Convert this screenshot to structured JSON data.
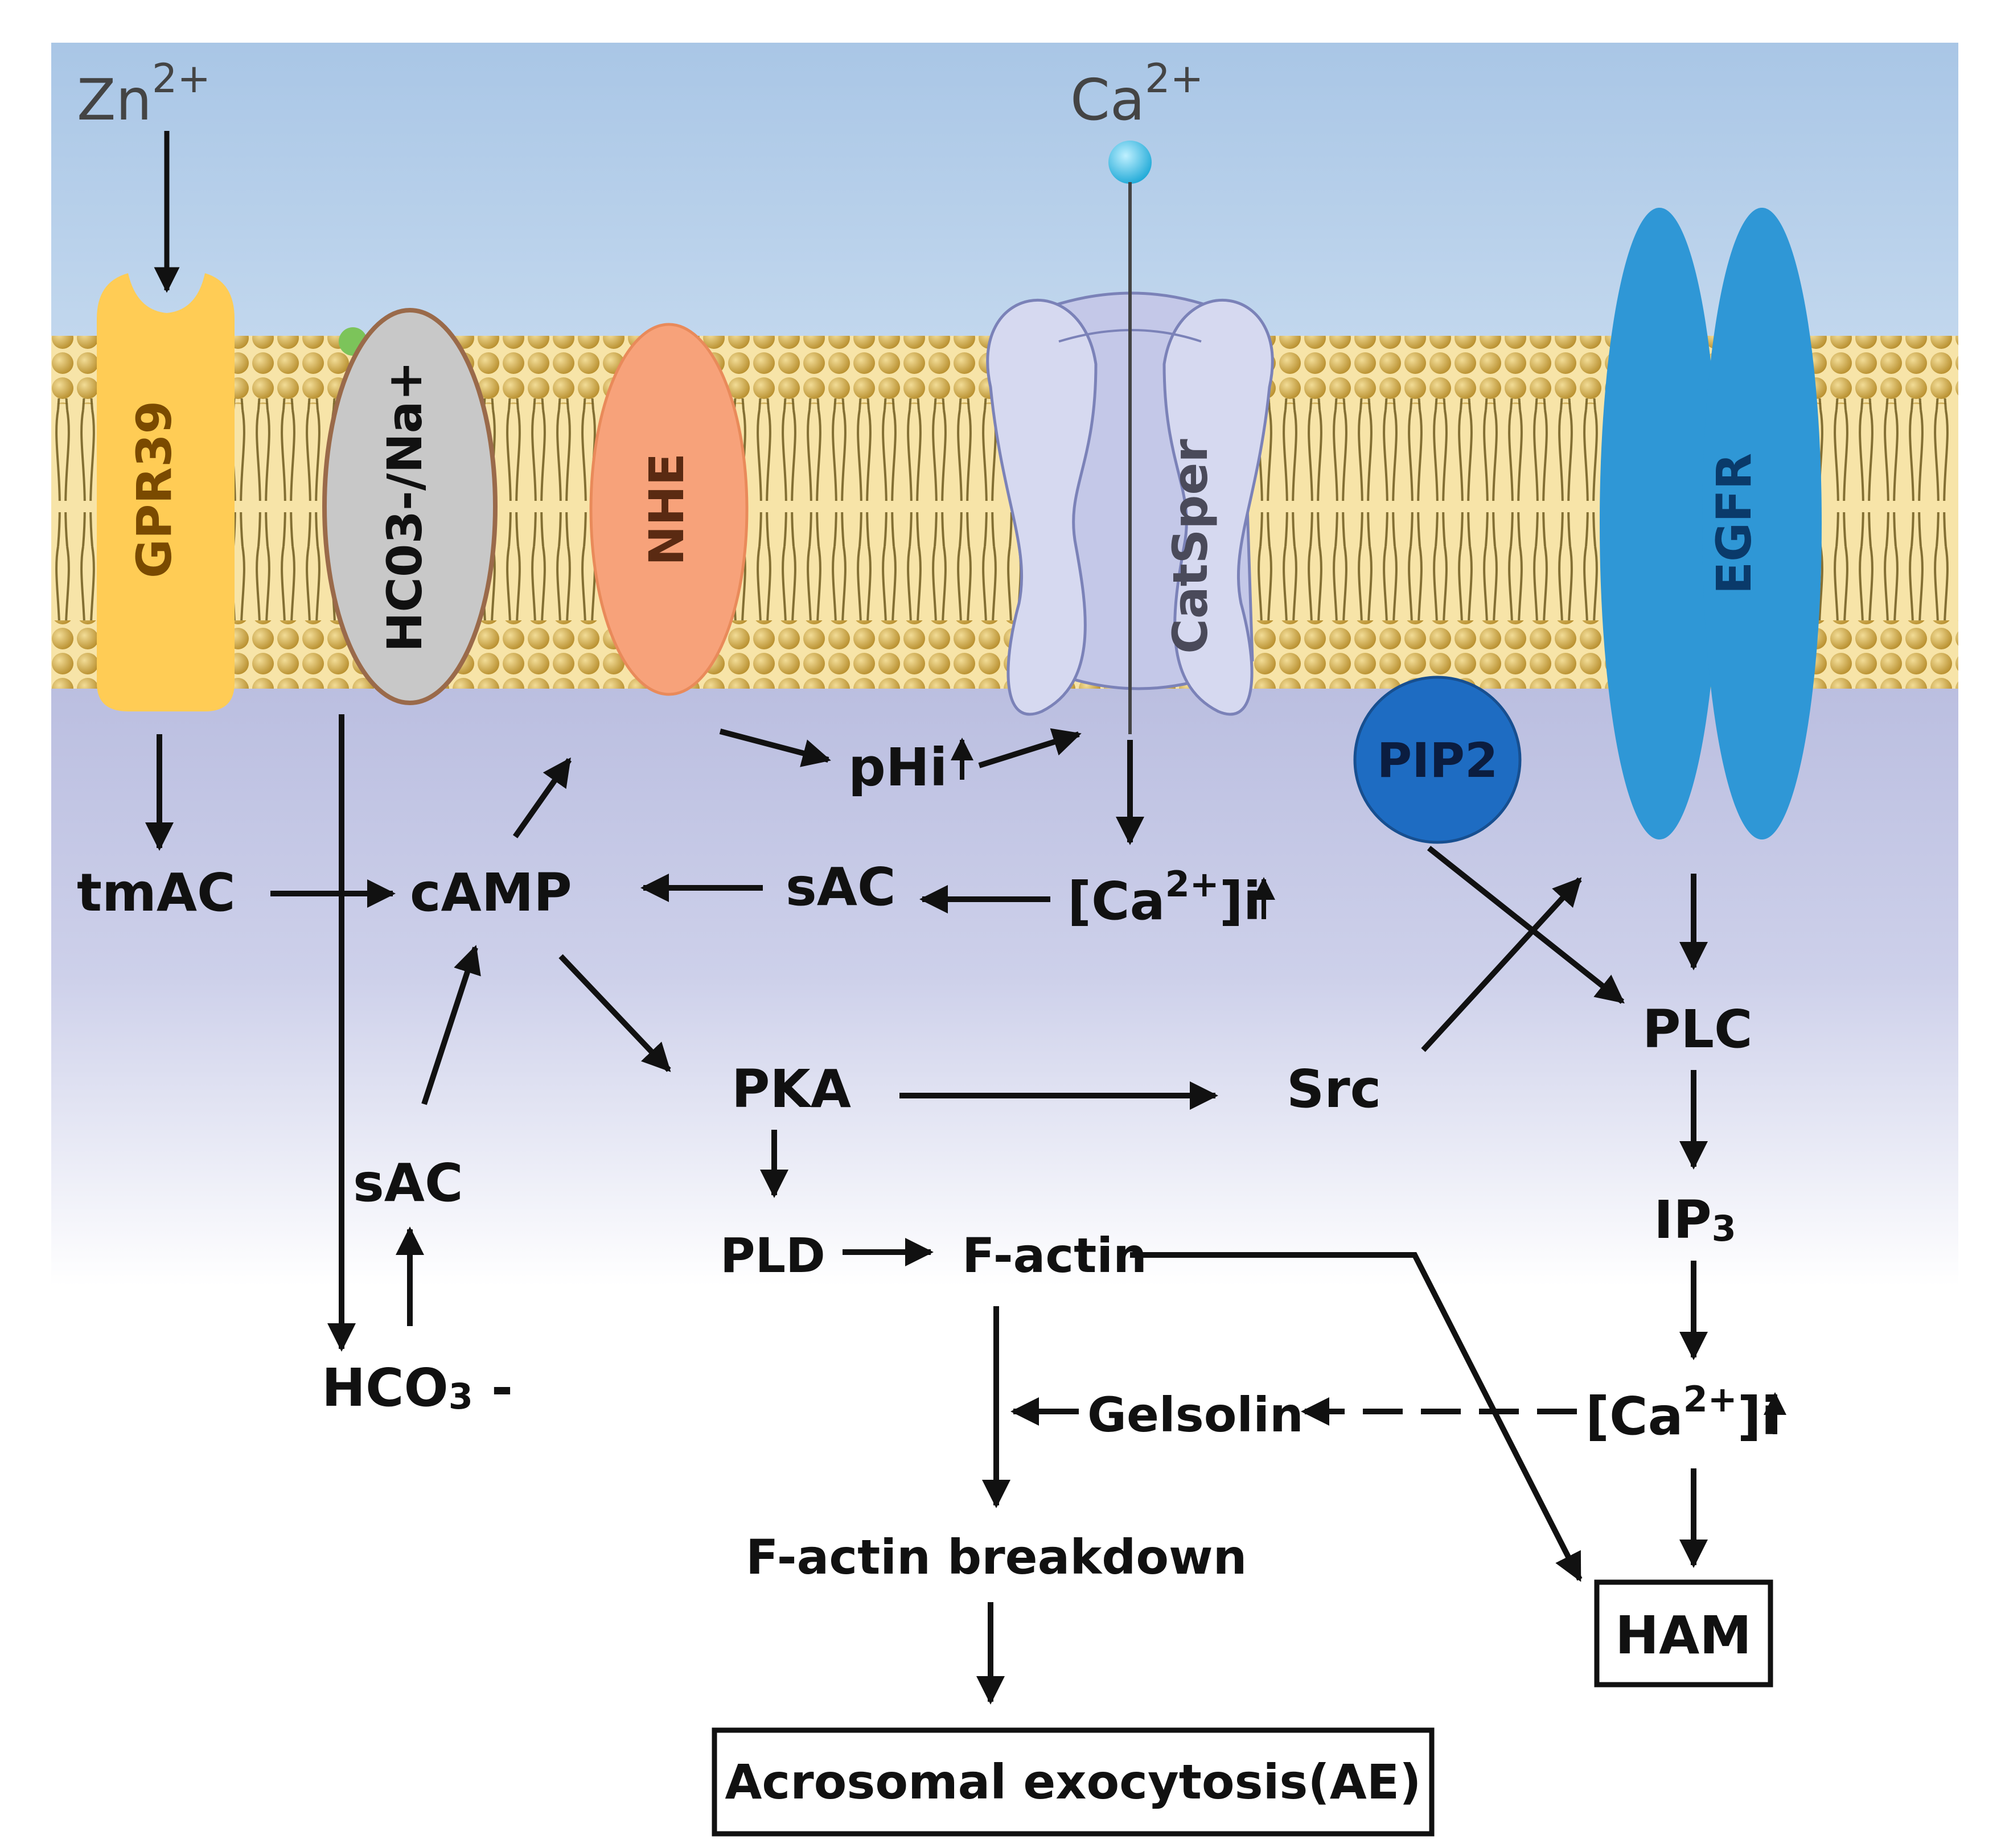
{
  "colors": {
    "background_top": "#a9c6e6",
    "background_mid": "#b4b9dc",
    "membrane_band": "#f7e4a8",
    "lipid_head": "#c9a544",
    "gpr39": "#ffcc55",
    "hco3_transporter": "#c8c8c8",
    "nhe": "#f7a27a",
    "catsper": "#c4c8e8",
    "egfr": "#2f97d6",
    "pip2": "#1e6cc2",
    "calcium_ion": "#33c0e8"
  },
  "ions": {
    "zinc": "Zn",
    "zinc_charge": "2+",
    "calcium": "Ca",
    "calcium_charge": "2+"
  },
  "proteins": {
    "gpr39": "GPR39",
    "hco3_transporter": "HC03-/Na+",
    "nhe": "NHE",
    "catsper": "CatSper",
    "egfr": "EGFR",
    "pip2": "PIP2"
  },
  "nodes": {
    "tmac": "tmAC",
    "camp": "cAMP",
    "sac_top": "sAC",
    "ca_i_top": "[Ca2+]i",
    "phi": "pHi",
    "sac_bottom": "sAC",
    "hco3": "HCO3-",
    "pka": "PKA",
    "src": "Src",
    "plc": "PLC",
    "pld": "PLD",
    "f_actin": "F-actin",
    "ip3": "IP3",
    "gelsolin": "Gelsolin",
    "ca_i_bottom": "[Ca2+]i",
    "f_actin_breakdown": "F-actin breakdown",
    "ham": "HAM",
    "ae": "Acrosomal exocytosis(AE)"
  }
}
